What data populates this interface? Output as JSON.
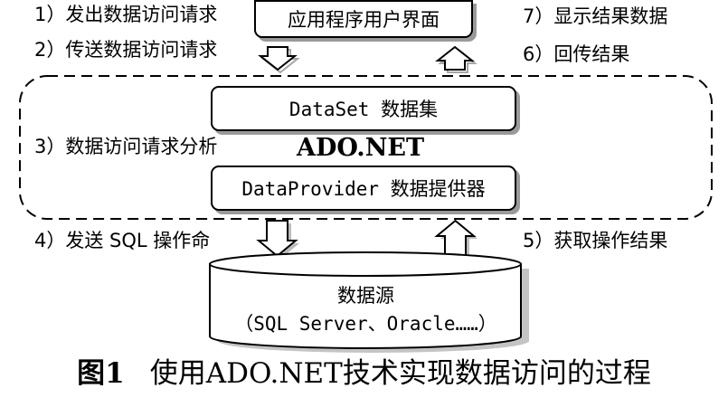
{
  "steps": {
    "s1": "1）发出数据访问请求",
    "s2": "2）传送数据访问请求",
    "s3": "3）数据访问请求分析",
    "s4": "4）发送 SQL 操作命",
    "s5": "5）获取操作结果",
    "s6": "6）回传结果",
    "s7": "7）显示结果数据"
  },
  "boxes": {
    "app_ui": "应用程序用户界面",
    "dataset": "DataSet 数据集",
    "provider": "DataProvider 数据提供器"
  },
  "ado_label": "ADO.NET",
  "database": {
    "title": "数据源",
    "detail": "（SQL Server、Oracle……）"
  },
  "caption": {
    "number": "图1",
    "text": "使用ADO.NET技术实现数据访问的过程"
  }
}
